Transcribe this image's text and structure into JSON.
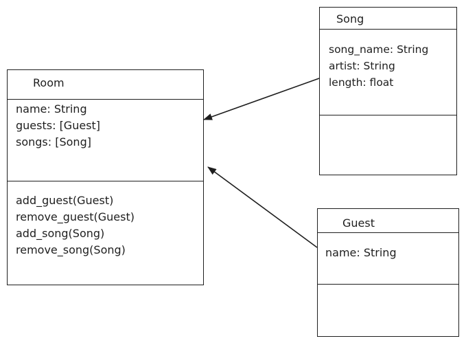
{
  "classes": {
    "room": {
      "name": "Room",
      "attributes": [
        "name: String",
        "guests: [Guest]",
        "songs: [Song]"
      ],
      "methods": [
        "add_guest(Guest)",
        "remove_guest(Guest)",
        "add_song(Song)",
        "remove_song(Song)"
      ]
    },
    "song": {
      "name": "Song",
      "attributes": [
        "song_name: String",
        "artist: String",
        "length: float"
      ],
      "methods": []
    },
    "guest": {
      "name": "Guest",
      "attributes": [
        "name: String"
      ],
      "methods": []
    }
  },
  "relations": [
    {
      "from": "Song",
      "to": "Room"
    },
    {
      "from": "Guest",
      "to": "Room"
    }
  ],
  "colors": {
    "stroke": "#1e1e1e",
    "background": "#ffffff"
  }
}
